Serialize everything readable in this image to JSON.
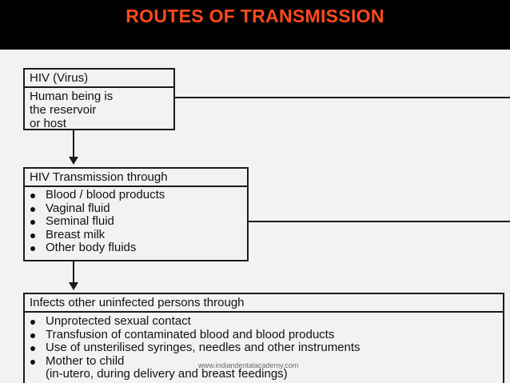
{
  "title": "ROUTES OF TRANSMISSION",
  "box1": {
    "heading": "HIV (Virus)",
    "lines": [
      "Human being is",
      "the reservoir",
      "or host"
    ]
  },
  "box2": {
    "heading": "HIV Transmission through",
    "items": [
      "Blood / blood products",
      "Vaginal fluid",
      "Seminal fluid",
      "Breast milk",
      "Other body fluids"
    ]
  },
  "box3": {
    "heading": "Infects other uninfected persons through",
    "items": [
      "Unprotected sexual contact",
      "Transfusion of contaminated blood and blood products",
      "Use of unsterilised syringes, needles and other instruments",
      "Mother to child"
    ],
    "continuation": "(in-utero, during delivery and breast feedings)"
  },
  "watermark": "www.indiandentalacademy.com",
  "colors": {
    "title": "#ff4a1c",
    "background": "#000000",
    "diagram": "#f2f2f0"
  }
}
